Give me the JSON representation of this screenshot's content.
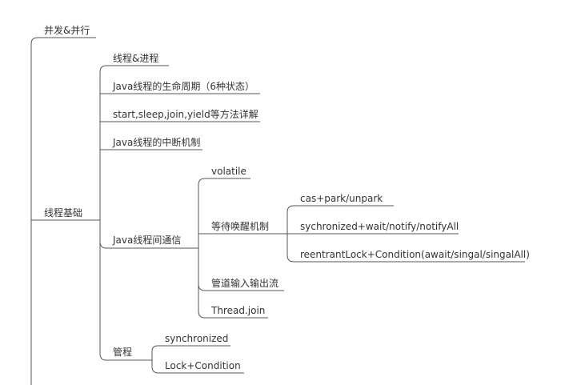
{
  "mindmap": {
    "top": "并发&并行",
    "root": "线程基础",
    "children": {
      "thread_process": "线程&进程",
      "lifecycle": "Java线程的生命周期（6种状态）",
      "methods": "start,sleep,join,yield等方法详解",
      "interrupt": "Java线程的中断机制",
      "communication": {
        "label": "Java线程间通信",
        "volatile": "volatile",
        "wait_notify": {
          "label": "等待唤醒机制",
          "items": [
            "cas+park/unpark",
            "sychronized+wait/notify/notifyAll",
            "reentrantLock+Condition(await/singal/singalAll)"
          ]
        },
        "pipe": "管道输入输出流",
        "thread_join": "Thread.join"
      },
      "monitor": {
        "label": "管程",
        "items": [
          "synchronized",
          "Lock+Condition"
        ]
      }
    }
  }
}
